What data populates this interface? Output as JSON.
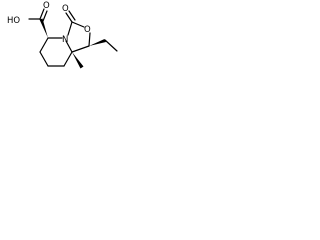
{
  "structure": {
    "atoms": {
      "hydroxyl": "HO",
      "acid_carbonyl_oxygen": "O",
      "lactone_carbonyl_oxygen": "O",
      "ring_nitrogen": "N",
      "ring_oxygen": "O"
    },
    "stereo_wedges": 3,
    "colors": {
      "ink": "#000000",
      "background": "#ffffff"
    }
  }
}
